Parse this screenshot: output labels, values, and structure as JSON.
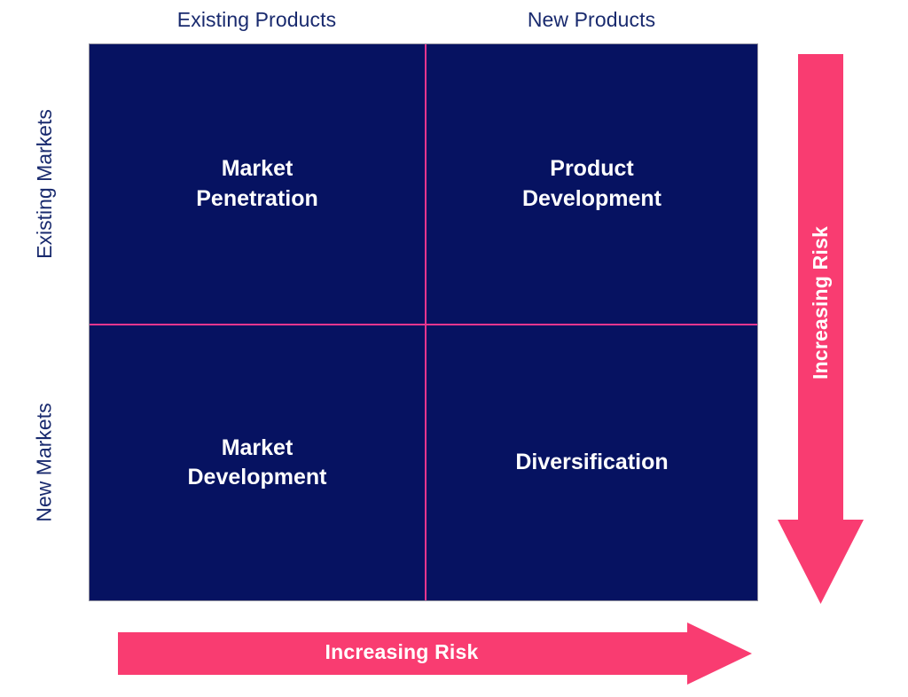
{
  "diagram": {
    "type": "ansoff-matrix",
    "colors": {
      "matrix_fill": "#061261",
      "divider": "#e8368f",
      "arrow": "#f93c71",
      "header_text": "#192a6e",
      "quadrant_text": "#ffffff",
      "background": "#ffffff",
      "matrix_border": "#8d8d9c"
    }
  },
  "columns": {
    "existing_label": "Existing Products",
    "new_label": "New Products"
  },
  "rows": {
    "existing_label": "Existing Markets",
    "new_label": "New Markets"
  },
  "quadrants": {
    "market_penetration": "Market\nPenetration",
    "product_development": "Product\nDevelopment",
    "market_development": "Market\nDevelopment",
    "diversification": "Diversification"
  },
  "arrows": {
    "vertical": {
      "label": "Increasing Risk",
      "direction": "down",
      "icon": "arrow-down-icon"
    },
    "horizontal": {
      "label": "Increasing Risk",
      "direction": "right",
      "icon": "arrow-right-icon"
    }
  }
}
